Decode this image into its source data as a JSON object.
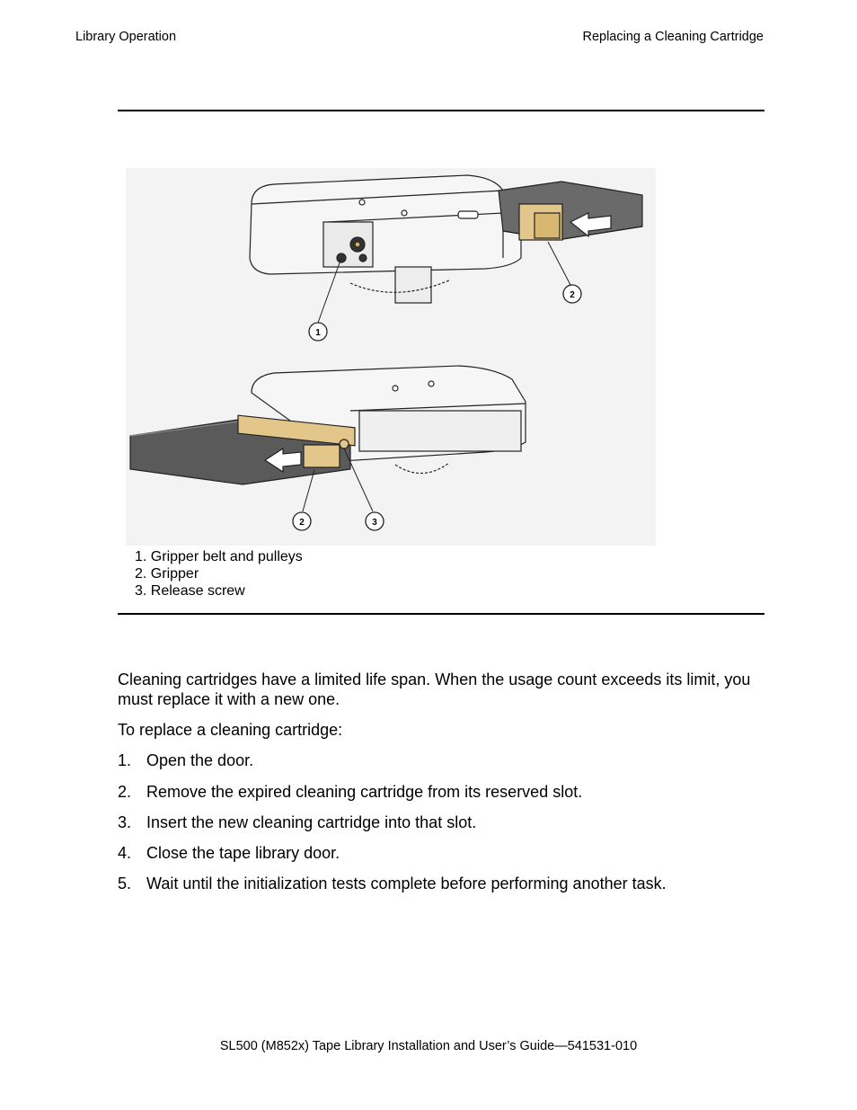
{
  "header": {
    "left": "Library Operation",
    "right": "Replacing a Cleaning Cartridge"
  },
  "figure": {
    "callouts": [
      "1",
      "2",
      "2",
      "3"
    ],
    "legend": [
      "1. Gripper belt and pulleys",
      "2. Gripper",
      "3. Release screw"
    ],
    "colors": {
      "gripper": "#e2c68a",
      "cartridge": "#5a5a5a",
      "body": "#f4f4f4"
    }
  },
  "intro": "Cleaning cartridges have a limited life span. When the usage count exceeds its limit, you must replace it with a new one.",
  "procedure_lead": "To replace a cleaning cartridge:",
  "steps": [
    {
      "num": "1.",
      "text": "Open the door."
    },
    {
      "num": "2.",
      "text": "Remove the expired cleaning cartridge from its reserved slot."
    },
    {
      "num": "3.",
      "text": "Insert the new cleaning cartridge into that slot."
    },
    {
      "num": "4.",
      "text": "Close the tape library door."
    },
    {
      "num": "5.",
      "text": "Wait until the initialization tests complete before performing another task."
    }
  ],
  "footer": {
    "title": "SL500 (M852x) Tape Library Installation and User’s Guide",
    "separator": "—",
    "doc_number": "541531-010"
  }
}
